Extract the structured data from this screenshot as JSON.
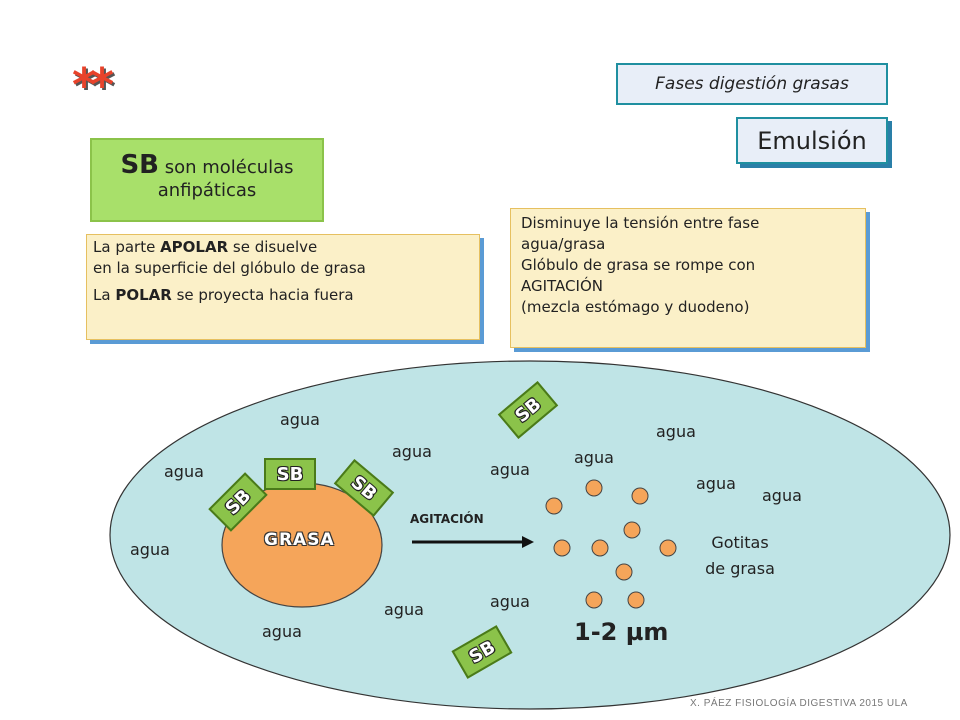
{
  "header": {
    "stars": "**",
    "phase_label": "Fases digestión grasas",
    "stage_label": "Emulsión"
  },
  "sb_box": {
    "abbr": "SB",
    "text_line1": " son moléculas",
    "text_line2": "anfipáticas"
  },
  "note_left": {
    "line1_pre": "La parte ",
    "line1_bold": "APOLAR",
    "line1_post": " se disuelve",
    "line2": "en la superficie del glóbulo de grasa",
    "line3_pre": "La ",
    "line3_bold": "POLAR",
    "line3_post": " se proyecta hacia fuera"
  },
  "note_right": {
    "line1": "Disminuye la tensión entre fase",
    "line2": "agua/grasa",
    "line3": "Glóbulo de grasa se rompe con",
    "line4": "AGITACIÓN",
    "line5": "(mezcla estómago y duodeno)"
  },
  "diagram": {
    "water_label": "agua",
    "fat_label": "GRASA",
    "sb_label": "SB",
    "agitation_label": "AGITACIÓN",
    "droplets_line1": "Gotitas",
    "droplets_line2": "de grasa",
    "size_label": "1-2 µm"
  },
  "footer": {
    "credit": "X. PÁEZ   FISIOLOGÍA DIGESTIVA 2015 ULA"
  },
  "colors": {
    "medium": "#bfe4e6",
    "fat": "#f5a55a",
    "droplet": "#f5a55a",
    "sb_chip": "#8bc34a",
    "stars": "#e8432b"
  }
}
